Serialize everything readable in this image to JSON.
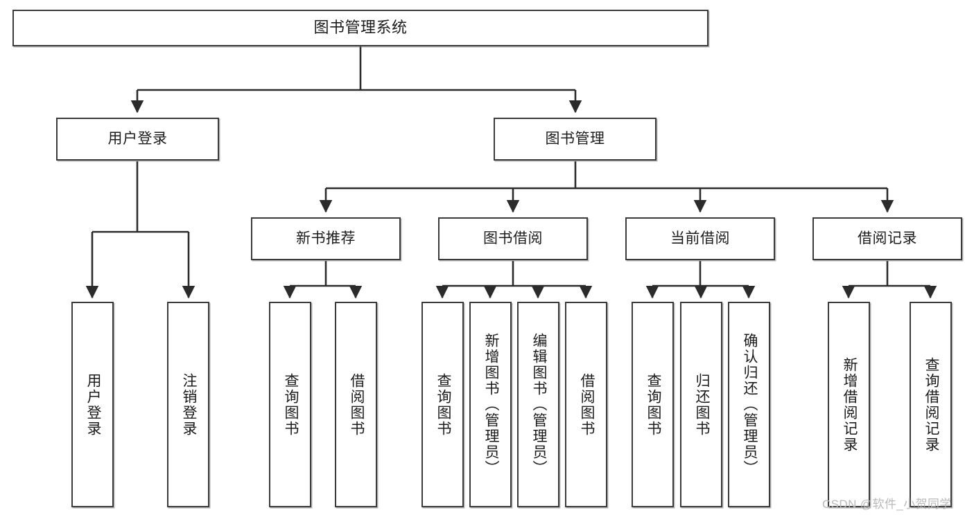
{
  "diagram": {
    "type": "tree",
    "title": "图书管理系统",
    "orientation": "top-down",
    "colors": {
      "box_border": "#3a3a3a",
      "box_fill": "#ffffff",
      "connector": "#2b2b2b",
      "text": "#1b1b1b",
      "watermark": "#b9b9b9"
    },
    "root": {
      "label": "图书管理系统"
    },
    "level2": [
      {
        "label": "用户登录"
      },
      {
        "label": "图书管理"
      }
    ],
    "level3": [
      {
        "label": "新书推荐"
      },
      {
        "label": "图书借阅"
      },
      {
        "label": "当前借阅"
      },
      {
        "label": "借阅记录"
      }
    ],
    "leaves": {
      "user_login": [
        {
          "label": "用户登录"
        },
        {
          "label": "注销登录"
        }
      ],
      "new_book_recommend": [
        {
          "label": "查询图书"
        },
        {
          "label": "借阅图书"
        }
      ],
      "book_borrow": [
        {
          "label": "查询图书"
        },
        {
          "label": "新增图书（管理员）"
        },
        {
          "label": "编辑图书（管理员）"
        },
        {
          "label": "借阅图书"
        }
      ],
      "current_borrow": [
        {
          "label": "查询图书"
        },
        {
          "label": "归还图书"
        },
        {
          "label": "确认归还（管理员）"
        }
      ],
      "borrow_record": [
        {
          "label": "新增借阅记录"
        },
        {
          "label": "查询借阅记录"
        }
      ]
    }
  },
  "watermark": {
    "text": "CSDN @软件_小贺同学"
  }
}
